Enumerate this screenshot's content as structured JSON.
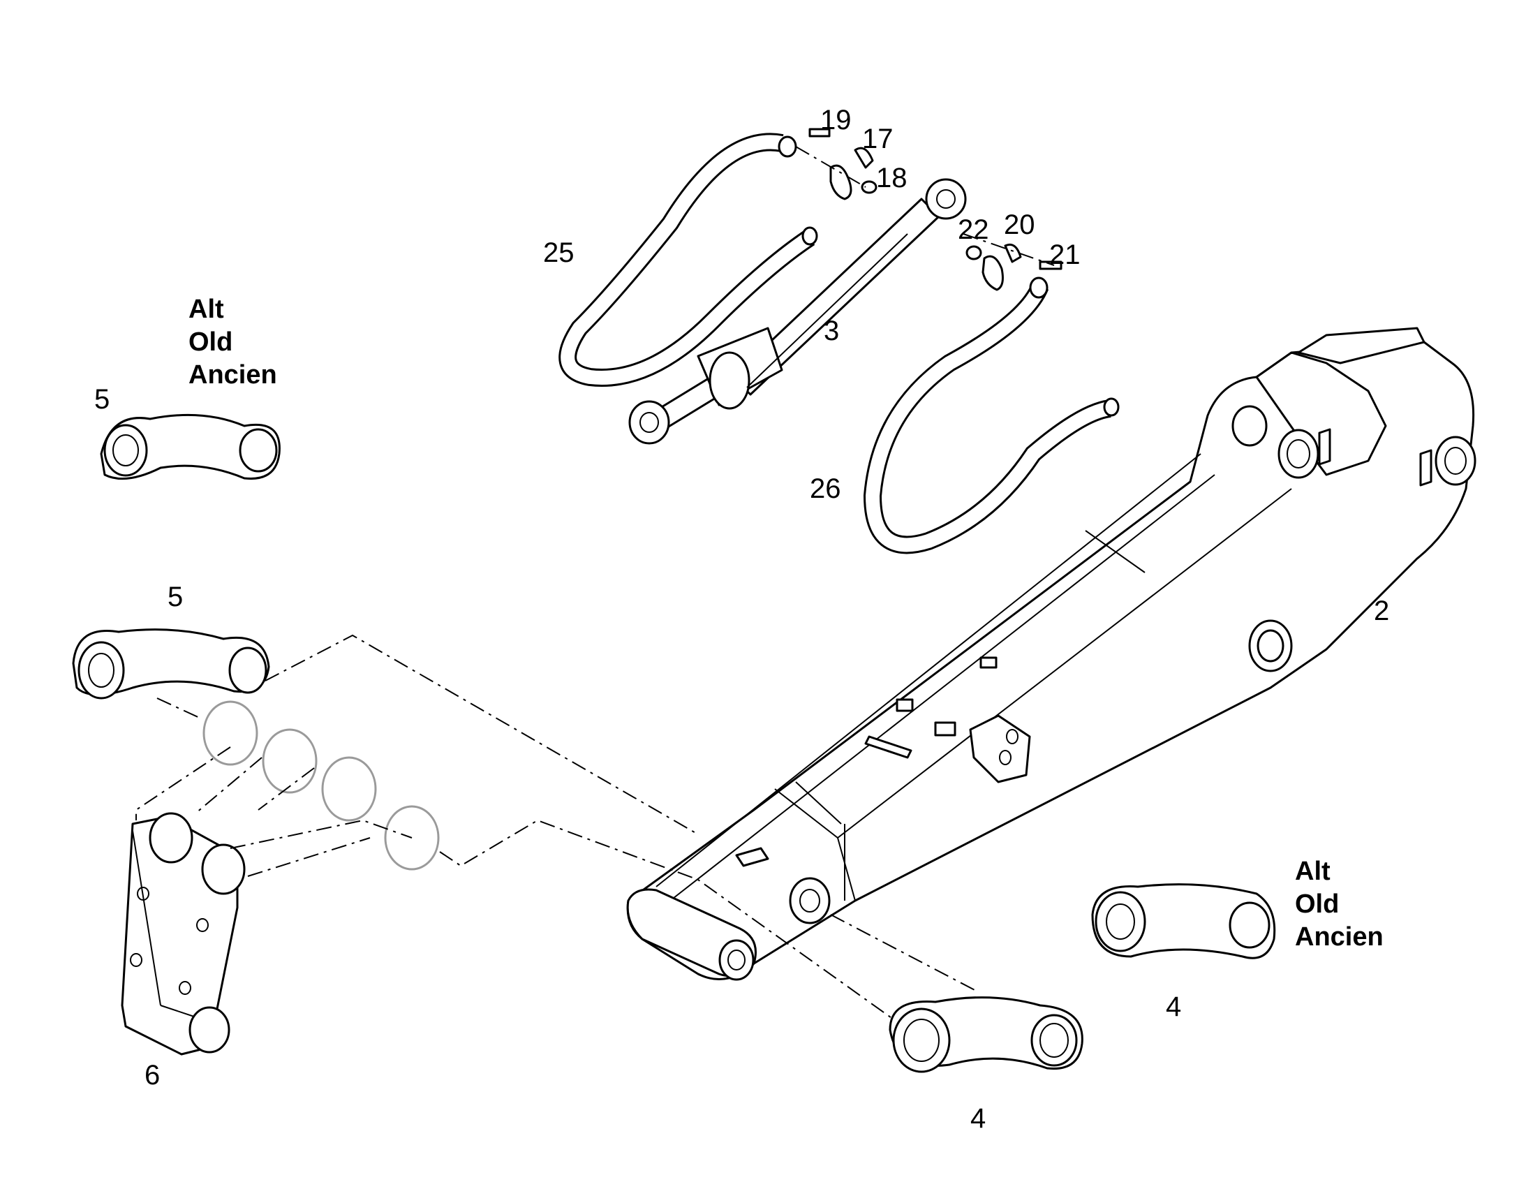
{
  "callouts": {
    "c19": "19",
    "c17": "17",
    "c18": "18",
    "c22": "22",
    "c20": "20",
    "c21": "21",
    "c25": "25",
    "c3": "3",
    "c26": "26",
    "c2": "2",
    "c5_alt": "5",
    "c5": "5",
    "c6": "6",
    "c4": "4",
    "c4_alt": "4"
  },
  "notes": {
    "upper_left": [
      "Alt",
      "Old",
      "Ancien"
    ],
    "lower_right": [
      "Alt",
      "Old",
      "Ancien"
    ]
  }
}
